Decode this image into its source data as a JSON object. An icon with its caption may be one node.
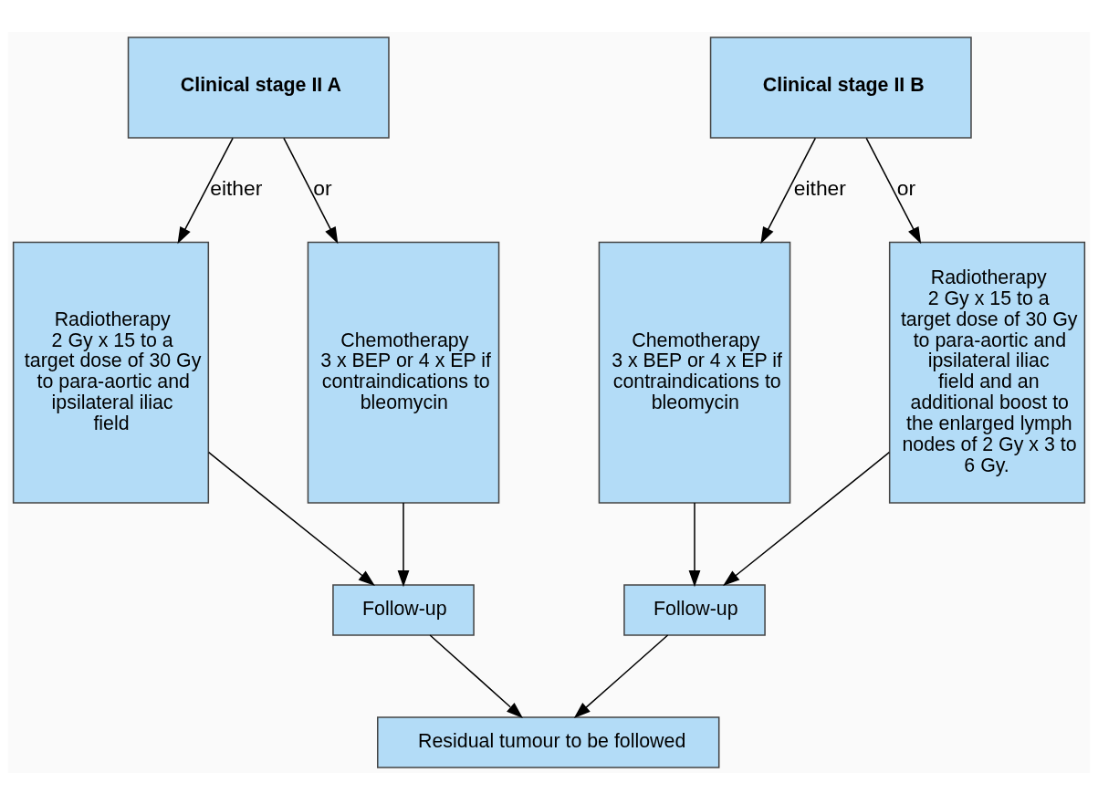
{
  "diagram": {
    "nodes": [
      {
        "text": [
          "Clinical stage II A"
        ]
      },
      {
        "text": [
          "Clinical stage II B"
        ]
      },
      {
        "text": [
          "Radiotherapy",
          "2 Gy x 15 to a target dose of 30 Gy to para-aortic and ipsilateral iliac field"
        ]
      },
      {
        "text": [
          "Chemotherapy",
          "3 x BEP or 4 x EP if contraindications to bleomycin"
        ]
      },
      {
        "text": [
          "Chemotherapy",
          "3 x BEP or 4 x EP if contraindications to bleomycin"
        ]
      },
      {
        "text": [
          "Radiotherapy",
          "2 Gy x 15 to a target dose of 30 Gy to para-aortic and ipsilateral iliac field and an additional boost to the enlarged lymph nodes of 2 Gy x 3 to 6 Gy."
        ]
      },
      {
        "text": [
          "Follow-up"
        ]
      },
      {
        "text": [
          "Follow-up"
        ]
      },
      {
        "text": [
          "Residual tumour to be followed"
        ]
      }
    ],
    "edges": [
      {
        "from": 0,
        "to": 2,
        "arrow": "to",
        "label": "either"
      },
      {
        "from": 0,
        "to": 3,
        "arrow": "to",
        "label": "or"
      },
      {
        "from": 1,
        "to": 4,
        "arrow": "to",
        "label": "either"
      },
      {
        "from": 1,
        "to": 5,
        "arrow": "to",
        "label": "or"
      },
      {
        "from": 2,
        "to": 6,
        "arrow": "to"
      },
      {
        "from": 3,
        "to": 6,
        "arrow": "to"
      },
      {
        "from": 4,
        "to": 7,
        "arrow": "to"
      },
      {
        "from": 5,
        "to": 7,
        "arrow": "to"
      },
      {
        "from": 6,
        "to": 8,
        "arrow": "to"
      },
      {
        "from": 7,
        "to": 8,
        "arrow": "to"
      }
    ]
  }
}
